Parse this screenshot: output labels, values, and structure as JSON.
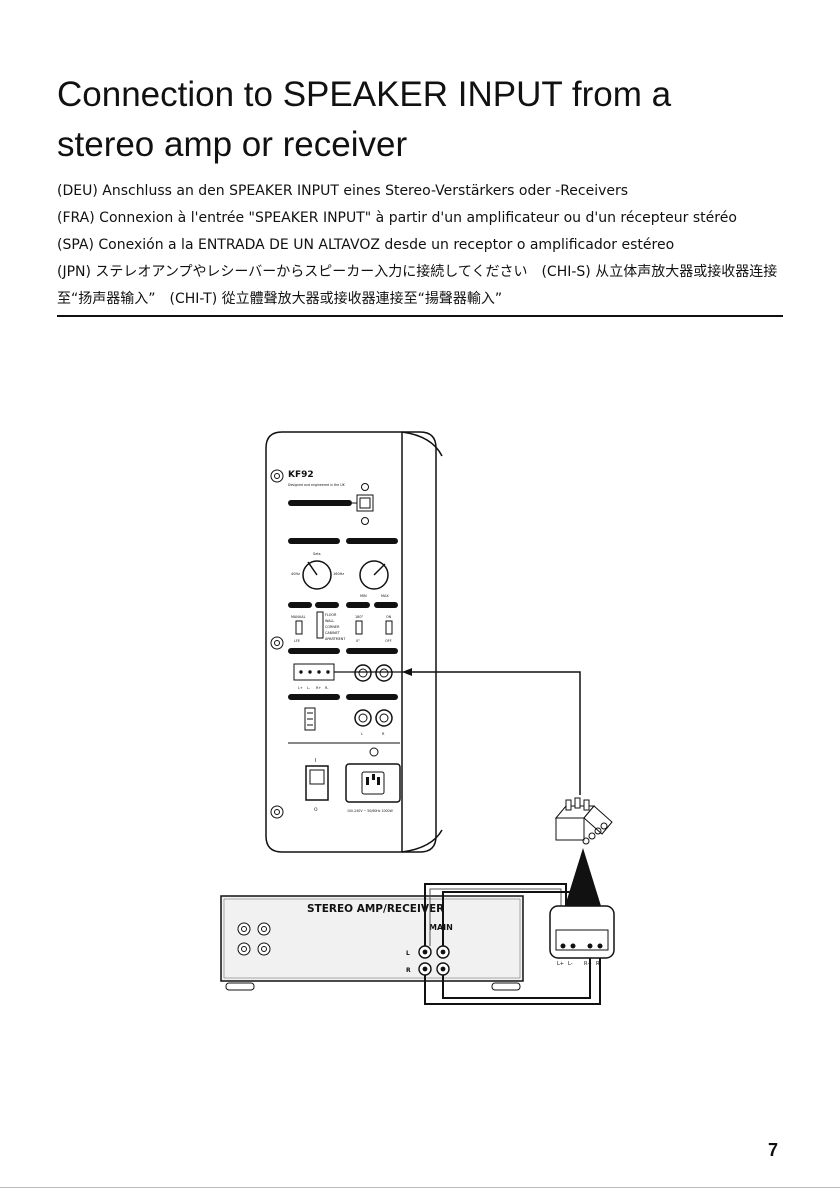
{
  "heading": {
    "line1": "Connection to SPEAKER INPUT from a",
    "line2": "stereo amp or receiver"
  },
  "translations": {
    "deu": "(DEU) Anschluss an den SPEAKER INPUT eines Stereo-Verstärkers oder -Receivers",
    "fra": "(FRA) Connexion à l'entrée \"SPEAKER INPUT\" à partir d'un amplificateur ou d'un récepteur stéréo",
    "spa": "(SPA) Conexión a la ENTRADA DE UN ALTAVOZ desde un receptor o amplificador estéreo",
    "cjk": "(JPN) ステレオアンプやレシーバーからスピーカー入力に接続してください　(CHI-S) 从立体声放大器或接收器连接至“扬声器输入”　(CHI-T) 從立體聲放大器或接收器連接至“揚聲器輸入”"
  },
  "diagram": {
    "subwoofer_model": "KF92",
    "subwoofer_tagline": "Designed and engineered in the UK",
    "dial_labels": [
      "Sets",
      "40Hz",
      "160Hz",
      "MIN",
      "MAX"
    ],
    "switch_labels": [
      "MANUAL",
      "LFE",
      "FLOOR",
      "WALL",
      "CORNER",
      "CABINET",
      "APARTMENT",
      "180°",
      "0°",
      "ON",
      "OFF"
    ],
    "terminal_labels": [
      "L+",
      "L-",
      "R+",
      "R-"
    ],
    "rca_labels": [
      "L",
      "R"
    ],
    "power_switch_labels": [
      "I",
      "O"
    ],
    "power_rating": "100-240V ~ 50/60Hz 1000W",
    "amp_label": "STEREO AMP/RECEIVER",
    "main_label": "MAIN",
    "amp_channel_labels": [
      "L",
      "R"
    ],
    "connector_labels": [
      "L+",
      "L-",
      "R+",
      "R-"
    ]
  },
  "page": {
    "number": "7"
  }
}
